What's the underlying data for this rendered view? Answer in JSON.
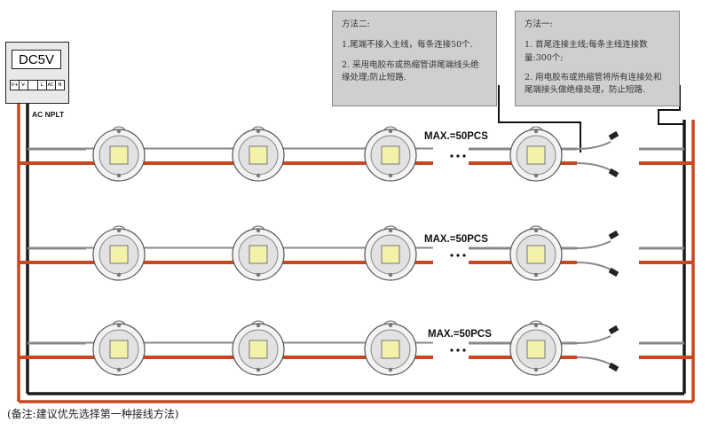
{
  "psu": {
    "title": "DC5V",
    "terminals": [
      "V+",
      "V-",
      "",
      "L",
      "AC",
      "N"
    ],
    "ac_label": "AC NPLT"
  },
  "note_method2": {
    "title": "方法二:",
    "line1": "1.尾端不接入主线，每条连接50个.",
    "line2": "2. 采用电胶布或热缩管讲尾端线头绝缘处理;防止短路."
  },
  "note_method1": {
    "title": "方法一:",
    "line1": "1. 首尾连接主线;每条主线连接数量:300个;",
    "line2": "2. 用电胶布或热缩管将所有连接处和尾端接头做绝缘处理，防止短路."
  },
  "rows": [
    {
      "max_label": "MAX.=50PCS"
    },
    {
      "max_label": "MAX.=50PCS"
    },
    {
      "max_label": "MAX.=50PCS"
    }
  ],
  "footnote": "(备注:建议优先选择第一种接线方法)",
  "colors": {
    "red_wire": "#c8471e",
    "black_wire": "#1a1a1a",
    "note_bg": "#cfcfcf",
    "led_chip": "#f4f1a8"
  }
}
